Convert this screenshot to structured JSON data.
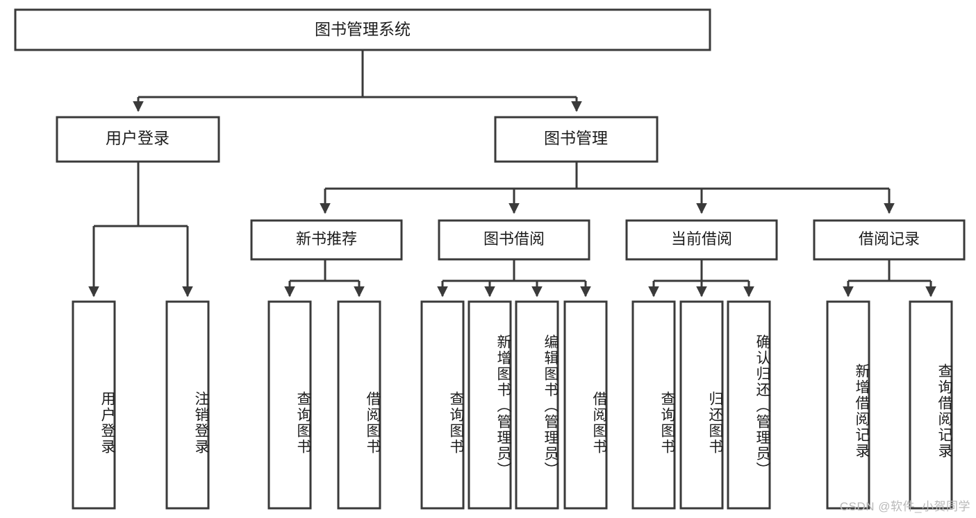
{
  "diagram": {
    "title": "图书管理系统",
    "type": "tree-hierarchy",
    "watermark": "CSDN @软件_小贺同学",
    "colors": {
      "stroke": "#3a3a3a",
      "fill": "#ffffff",
      "text": "#1c1c1c",
      "watermark": "#b9b9b9"
    },
    "root": {
      "id": "root",
      "label": "图书管理系统"
    },
    "level2": [
      {
        "id": "user-login",
        "label": "用户登录"
      },
      {
        "id": "book-manage",
        "label": "图书管理"
      }
    ],
    "level3": [
      {
        "id": "new-book-recommend",
        "label": "新书推荐",
        "parent": "book-manage"
      },
      {
        "id": "book-borrow",
        "label": "图书借阅",
        "parent": "book-manage"
      },
      {
        "id": "current-borrow",
        "label": "当前借阅",
        "parent": "book-manage"
      },
      {
        "id": "borrow-record",
        "label": "借阅记录",
        "parent": "book-manage"
      }
    ],
    "leaves": {
      "user-login": [
        {
          "id": "leaf-user-login",
          "label": "用户登录"
        },
        {
          "id": "leaf-user-logout",
          "label": "注销登录"
        }
      ],
      "new-book-recommend": [
        {
          "id": "leaf-query-book-1",
          "label": "查询图书"
        },
        {
          "id": "leaf-borrow-book-1",
          "label": "借阅图书"
        }
      ],
      "book-borrow": [
        {
          "id": "leaf-query-book-2",
          "label": "查询图书"
        },
        {
          "id": "leaf-add-book",
          "label": "新增图书（管理员）"
        },
        {
          "id": "leaf-edit-book",
          "label": "编辑图书（管理员）"
        },
        {
          "id": "leaf-borrow-book-2",
          "label": "借阅图书"
        }
      ],
      "current-borrow": [
        {
          "id": "leaf-query-book-3",
          "label": "查询图书"
        },
        {
          "id": "leaf-return-book",
          "label": "归还图书"
        },
        {
          "id": "leaf-confirm-return",
          "label": "确认归还（管理员）"
        }
      ],
      "borrow-record": [
        {
          "id": "leaf-add-record",
          "label": "新增借阅记录"
        },
        {
          "id": "leaf-query-record",
          "label": "查询借阅记录"
        }
      ]
    }
  }
}
